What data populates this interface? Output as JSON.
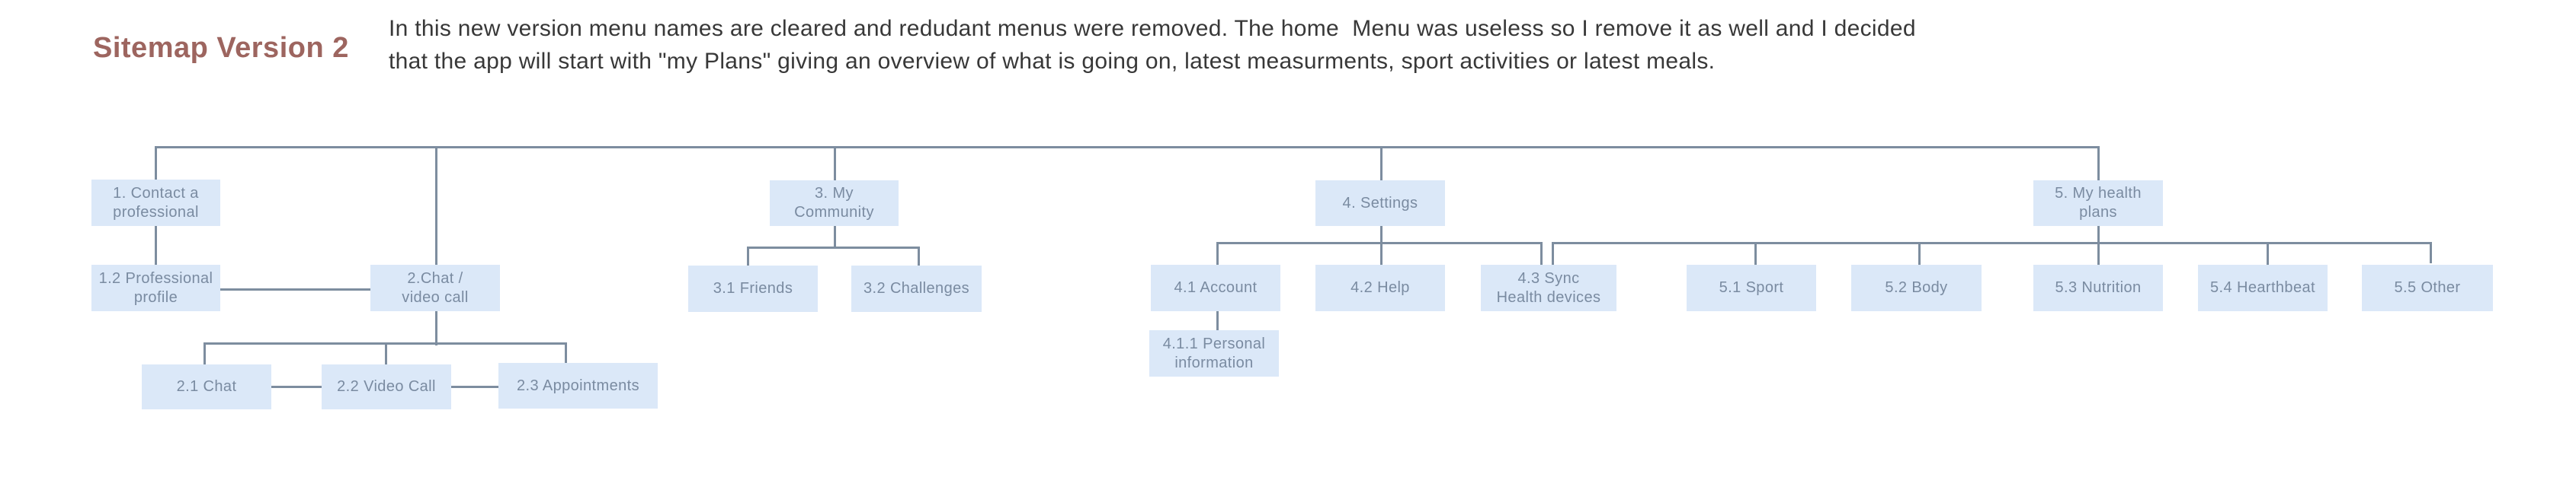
{
  "header": {
    "title": "Sitemap Version 2",
    "description_lines": [
      "In this new version menu names are cleared and redudant menus were removed. The home  Menu was useless so I remove it as well and I decided",
      "that the app will start with \"my Plans\" giving an overview of what is going on, latest measurments, sport activities or latest meals."
    ]
  },
  "colors": {
    "background": "#ffffff",
    "node_fill": "#dbe8f8",
    "node_text": "#7a8ba1",
    "line": "#7d8d9f",
    "title": "#9d655f",
    "desc_text": "#383838"
  },
  "nodes": [
    {
      "id": "1",
      "label": "1. Contact a\nprofessional"
    },
    {
      "id": "1.2",
      "label": "1.2 Professional\nprofile"
    },
    {
      "id": "2",
      "label": "2.Chat /\nvideo call"
    },
    {
      "id": "2.1",
      "label": "2.1 Chat"
    },
    {
      "id": "2.2",
      "label": "2.2 Video Call"
    },
    {
      "id": "2.3",
      "label": "2.3 Appointments"
    },
    {
      "id": "3",
      "label": "3. My\nCommunity"
    },
    {
      "id": "3.1",
      "label": "3.1 Friends"
    },
    {
      "id": "3.2",
      "label": "3.2 Challenges"
    },
    {
      "id": "4",
      "label": "4. Settings"
    },
    {
      "id": "4.1",
      "label": "4.1 Account"
    },
    {
      "id": "4.1.1",
      "label": "4.1.1 Personal\ninformation"
    },
    {
      "id": "4.2",
      "label": "4.2 Help"
    },
    {
      "id": "4.3",
      "label": "4.3 Sync\nHealth devices"
    },
    {
      "id": "5",
      "label": "5. My health\nplans"
    },
    {
      "id": "5.1",
      "label": "5.1 Sport"
    },
    {
      "id": "5.2",
      "label": "5.2 Body"
    },
    {
      "id": "5.3",
      "label": "5.3 Nutrition"
    },
    {
      "id": "5.4",
      "label": "5.4 Hearthbeat"
    },
    {
      "id": "5.5",
      "label": "5.5 Other"
    }
  ]
}
